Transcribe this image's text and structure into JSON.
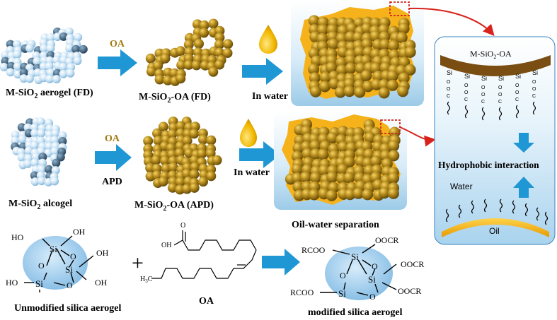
{
  "row1": {
    "left_label_pre": "M-SiO",
    "left_label_sub": "2",
    "left_label_post": " aerogel (FD)",
    "arrow_label": "OA",
    "mid_label_pre": "M-SiO",
    "mid_label_sub": "2",
    "mid_label_post": "-OA (FD)",
    "water_label": "In water"
  },
  "row2": {
    "left_label_pre": "M-SiO",
    "left_label_sub": "2",
    "left_label_post": " alcogel",
    "arrow_label_top": "OA",
    "arrow_label_bottom": "APD",
    "mid_label_pre": "M-SiO",
    "mid_label_sub": "2",
    "mid_label_post": "-OA (APD)",
    "water_label": "In water",
    "separation_label": "Oil-water separation"
  },
  "panel": {
    "surface_pre": "M-SiO",
    "surface_sub": "2",
    "surface_post": "-OA",
    "chain_si": "Si",
    "chain_o": "O",
    "chain_c": "C",
    "interaction_label": "Hydrophobic interaction",
    "water_label": "Water",
    "oil_label": "Oil"
  },
  "bottom": {
    "unmod": {
      "ho_top": "HO",
      "oh_top": "OH",
      "oh_right": "OH",
      "ho_left": "HO",
      "oh_bottom": "OH",
      "si": "Si",
      "o": "O",
      "label": "Unmodified silica aerogel"
    },
    "plus": "+",
    "oa": {
      "oh": "OH",
      "o": "O",
      "ch3_pre": "H",
      "ch3_sub": "3",
      "ch3_post": "C",
      "label": "OA"
    },
    "mod": {
      "rcoo_top": "RCOO",
      "oocr_top": "OOCR",
      "oocr_right": "OOCR",
      "rcoo_left": "RCOO",
      "oocr_bottom": "OOCR",
      "si": "Si",
      "o": "O",
      "label": "modified silica aerogel"
    }
  },
  "colors": {
    "arrow": "#1f97d4",
    "gold": "#b08a1a",
    "gold_dark": "#6b5208",
    "bead_blue": "#cfe6f7",
    "bead_dark": "#2f4f6a",
    "water_top": "#ffffff",
    "water_bottom": "#9ecde9",
    "oil_fill": "#f5b21a",
    "surface": "#7a4e12",
    "red": "#d8231c",
    "sphere_fill": "#a9d4f1"
  }
}
